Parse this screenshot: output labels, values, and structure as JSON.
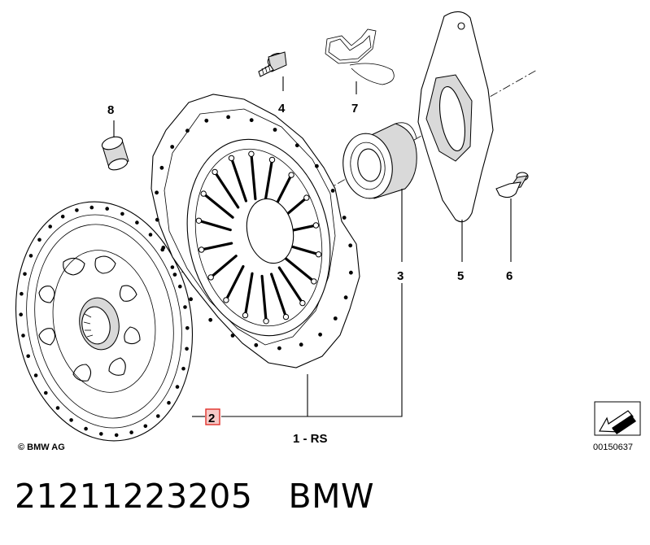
{
  "diagram": {
    "copyright": "© BMW AG",
    "image_code": "00150637",
    "labels": {
      "p1": "1 - RS",
      "p2": "2",
      "p3": "3",
      "p4": "4",
      "p5": "5",
      "p6": "6",
      "p7": "7",
      "p8": "8"
    }
  },
  "footer": {
    "part_number": "21211223205",
    "brand": "BMW"
  },
  "colors": {
    "line": "#000000",
    "highlight_box": "#e0302a",
    "highlight_fill": "#f7c9c7"
  }
}
